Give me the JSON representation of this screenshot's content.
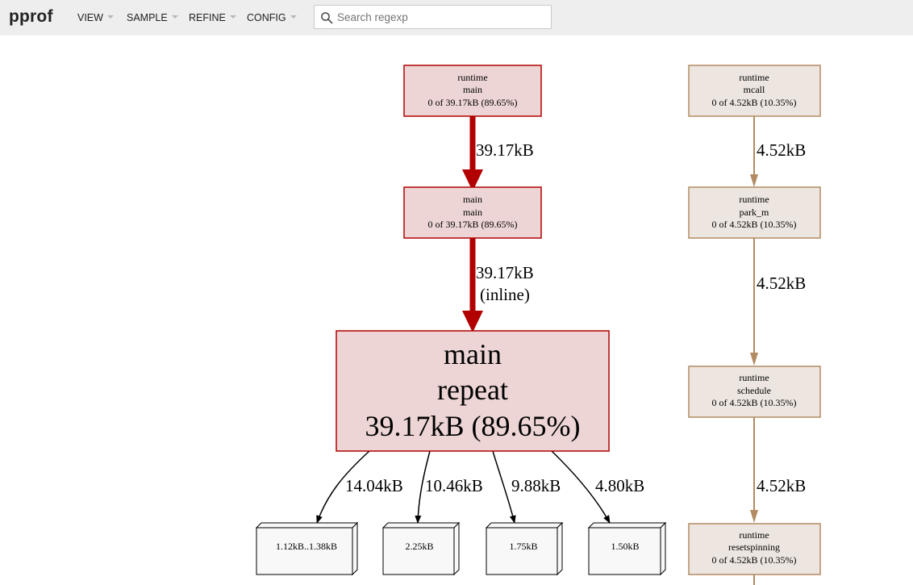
{
  "app": {
    "logo": "pprof"
  },
  "menu": {
    "items": [
      "VIEW",
      "SAMPLE",
      "REFINE",
      "CONFIG"
    ]
  },
  "search": {
    "placeholder": "Search regexp",
    "value": ""
  },
  "colors": {
    "hot_fill": "#edd5d5",
    "hot_stroke": "#b20000",
    "warm_fill": "#ede6e0",
    "warm_stroke": "#b28b62",
    "leaf_fill": "#f8f8f8",
    "leaf_stroke": "#000000"
  },
  "graph": {
    "nodes": [
      {
        "id": "runtime-main",
        "lines": [
          "runtime",
          "main",
          "0 of 39.17kB (89.65%)"
        ]
      },
      {
        "id": "main-main",
        "lines": [
          "main",
          "main",
          "0 of 39.17kB (89.65%)"
        ]
      },
      {
        "id": "main-repeat",
        "lines": [
          "main",
          "repeat",
          "39.17kB (89.65%)"
        ]
      },
      {
        "id": "runtime-mcall",
        "lines": [
          "runtime",
          "mcall",
          "0 of 4.52kB (10.35%)"
        ]
      },
      {
        "id": "runtime-park_m",
        "lines": [
          "runtime",
          "park_m",
          "0 of 4.52kB (10.35%)"
        ]
      },
      {
        "id": "runtime-schedule",
        "lines": [
          "runtime",
          "schedule",
          "0 of 4.52kB (10.35%)"
        ]
      },
      {
        "id": "runtime-resetspinning",
        "lines": [
          "runtime",
          "resetspinning",
          "0 of 4.52kB (10.35%)"
        ]
      },
      {
        "id": "leaf-1",
        "lines": [
          "1.12kB..1.38kB"
        ]
      },
      {
        "id": "leaf-2",
        "lines": [
          "2.25kB"
        ]
      },
      {
        "id": "leaf-3",
        "lines": [
          "1.75kB"
        ]
      },
      {
        "id": "leaf-4",
        "lines": [
          "1.50kB"
        ]
      }
    ],
    "edges": [
      {
        "id": "runtime-main-to-main-main",
        "label": [
          "39.17kB"
        ]
      },
      {
        "id": "main-main-to-main-repeat",
        "label": [
          "39.17kB",
          "(inline)"
        ]
      },
      {
        "id": "mcall-to-park_m",
        "label": [
          "4.52kB"
        ]
      },
      {
        "id": "park_m-to-schedule",
        "label": [
          "4.52kB"
        ]
      },
      {
        "id": "schedule-to-resetspinning",
        "label": [
          "4.52kB"
        ]
      },
      {
        "id": "repeat-to-leaf-1",
        "label": [
          "14.04kB"
        ]
      },
      {
        "id": "repeat-to-leaf-2",
        "label": [
          "10.46kB"
        ]
      },
      {
        "id": "repeat-to-leaf-3",
        "label": [
          "9.88kB"
        ]
      },
      {
        "id": "repeat-to-leaf-4",
        "label": [
          "4.80kB"
        ]
      }
    ]
  }
}
